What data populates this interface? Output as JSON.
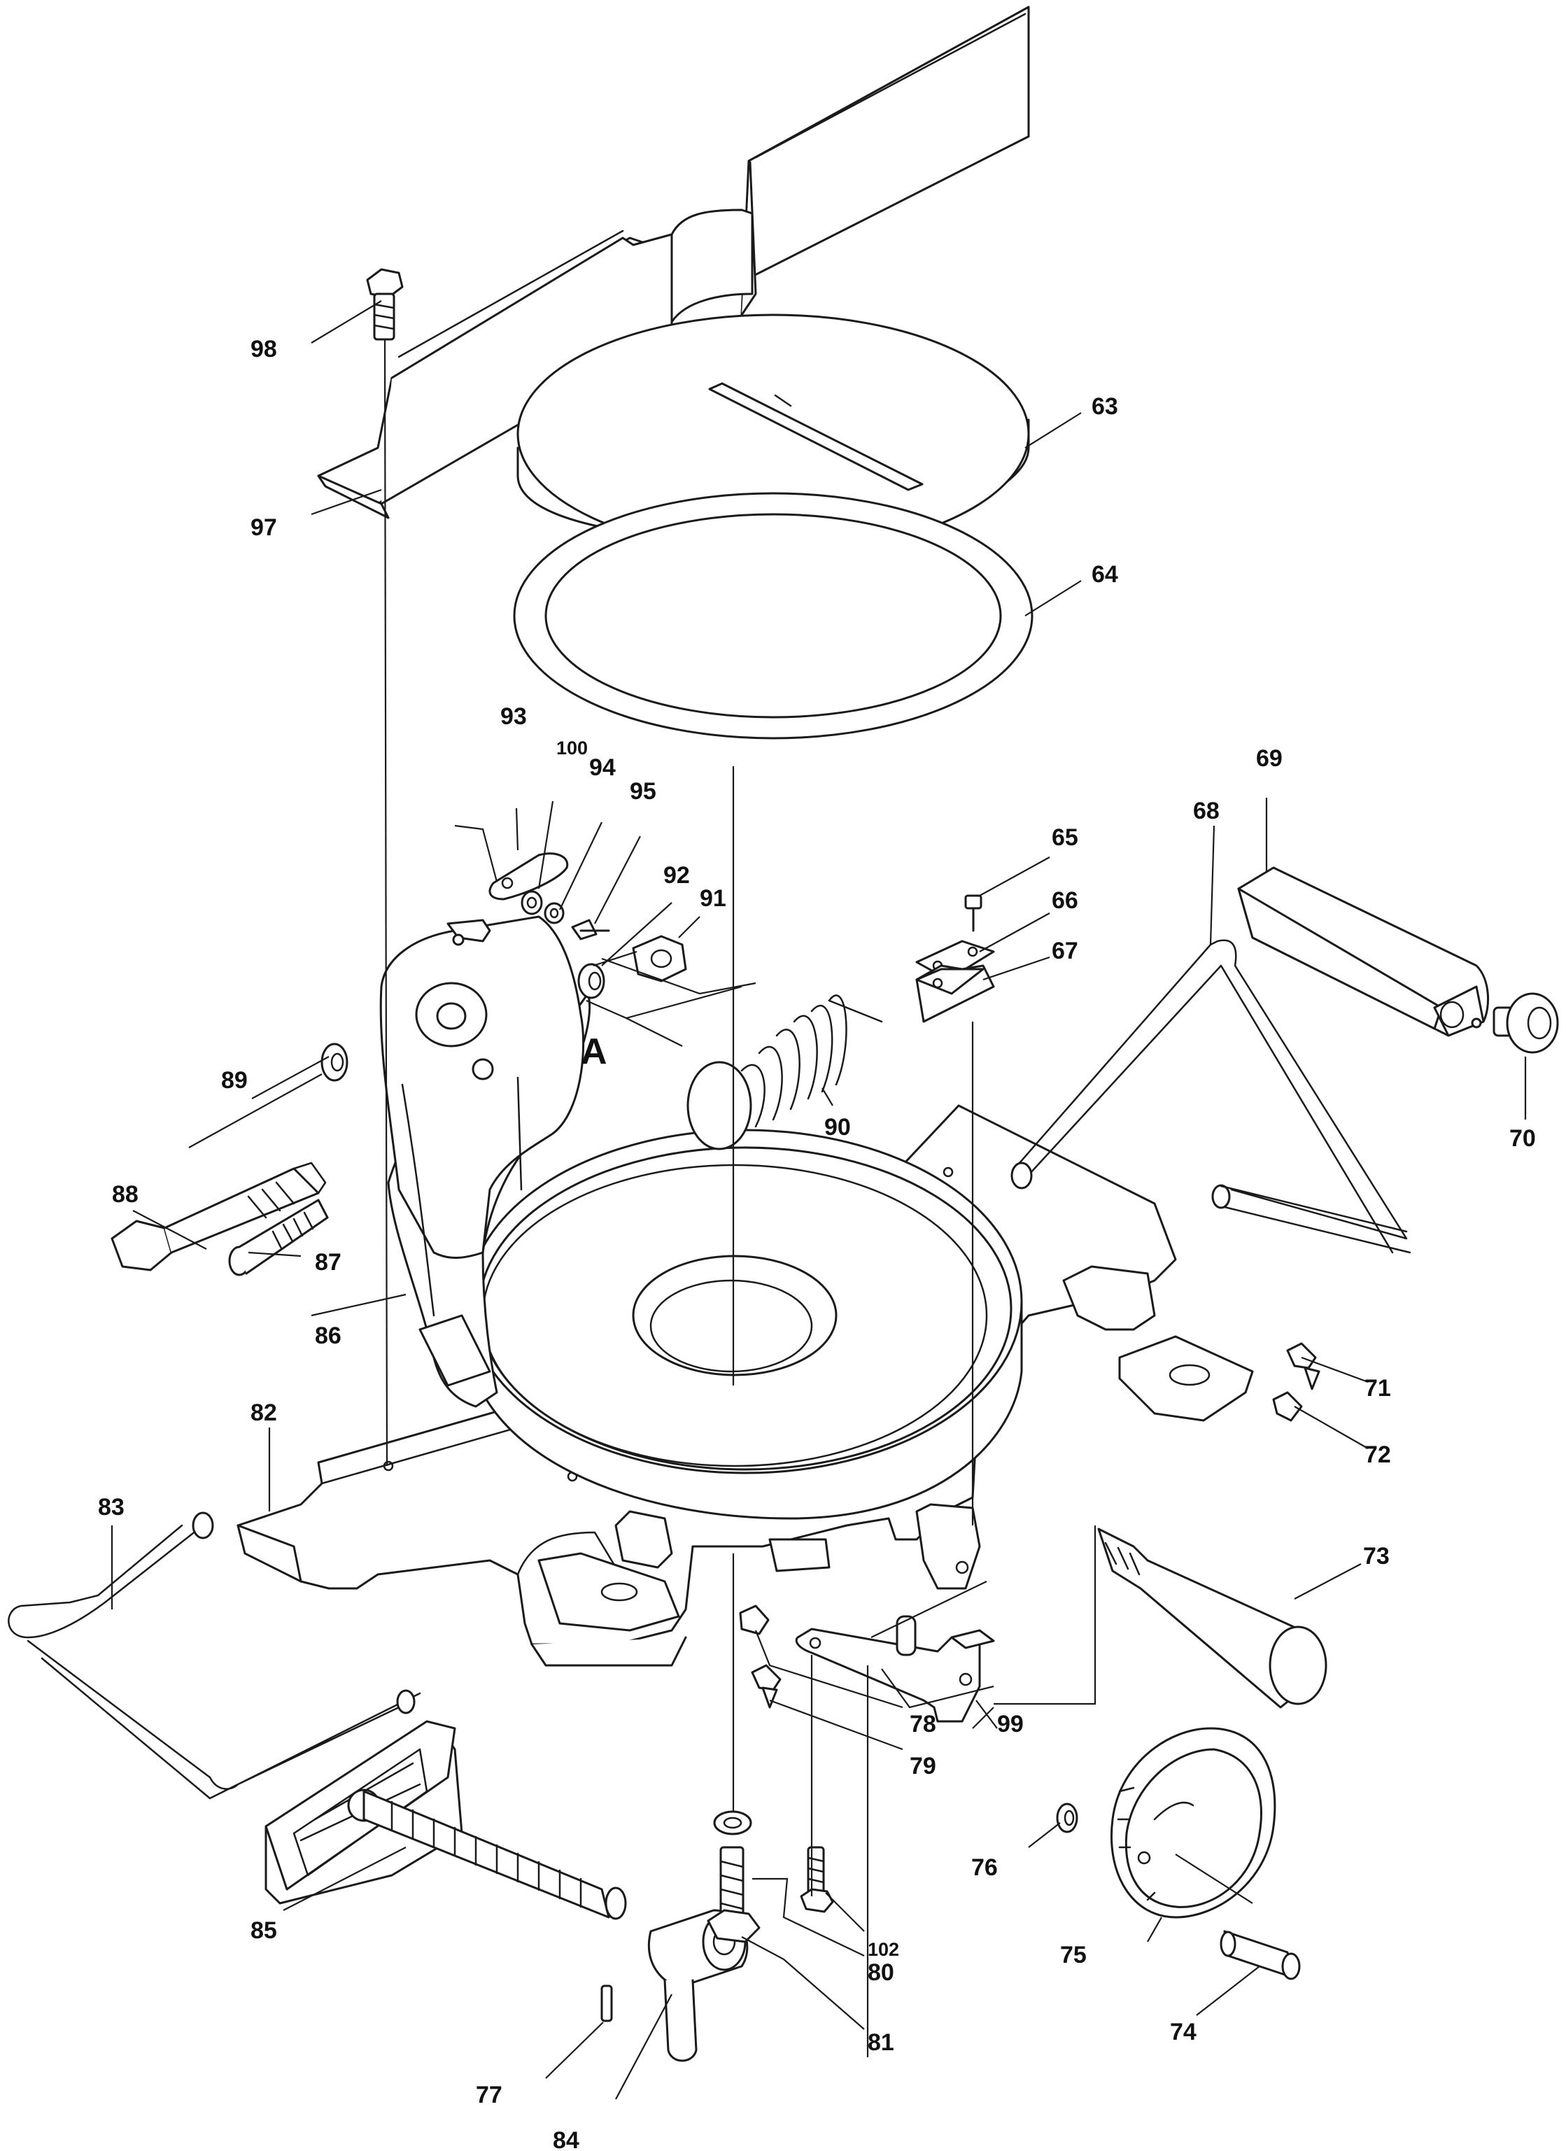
{
  "callouts": {
    "p63": "63",
    "p64": "64",
    "p65": "65",
    "p66": "66",
    "p67": "67",
    "p68": "68",
    "p69": "69",
    "p70": "70",
    "p71": "71",
    "p72": "72",
    "p73": "73",
    "p74": "74",
    "p75": "75",
    "p76": "76",
    "p77": "77",
    "p78": "78",
    "p79": "79",
    "p80": "80",
    "p81": "81",
    "p82": "82",
    "p83": "83",
    "p84": "84",
    "p85": "85",
    "p86": "86",
    "p87": "87",
    "p88": "88",
    "p89": "89",
    "p90": "90",
    "p91": "91",
    "p92": "92",
    "p93": "93",
    "p94": "94",
    "p95": "95",
    "p97": "97",
    "p98": "98",
    "p99": "99",
    "p100": "100",
    "p102": "102"
  },
  "detail_marker": "A"
}
